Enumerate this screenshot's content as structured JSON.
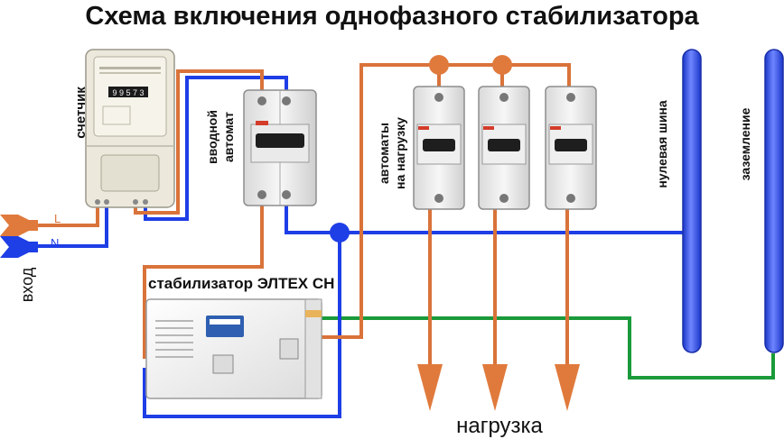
{
  "title": "Схема включения однофазного стабилизатора",
  "labels": {
    "meter": "счетчик",
    "main_breaker_line1": "вводной",
    "main_breaker_line2": "автомат",
    "load_breakers_line1": "автоматы",
    "load_breakers_line2": "на нагрузку",
    "neutral_bus": "нулевая шина",
    "ground": "заземление",
    "stabilizer": "стабилизатор ЭЛТЕХ СН",
    "input": "вход",
    "phase_letter": "L",
    "neutral_letter": "N",
    "load": "нагрузка"
  },
  "meter_display": "9 9 5 7 3",
  "colors": {
    "phase": "#d9733a",
    "neutral": "#1e3ee6",
    "ground": "#1a9a3a",
    "bus": "#2a4ae0",
    "node": "#e07a3c"
  },
  "icons": {
    "meter": "electricity-meter-icon",
    "main_breaker": "double-pole-breaker-icon",
    "load_breaker": "single-pole-breaker-icon",
    "stabilizer": "voltage-stabilizer-icon",
    "load_arrow": "down-arrow-icon"
  }
}
